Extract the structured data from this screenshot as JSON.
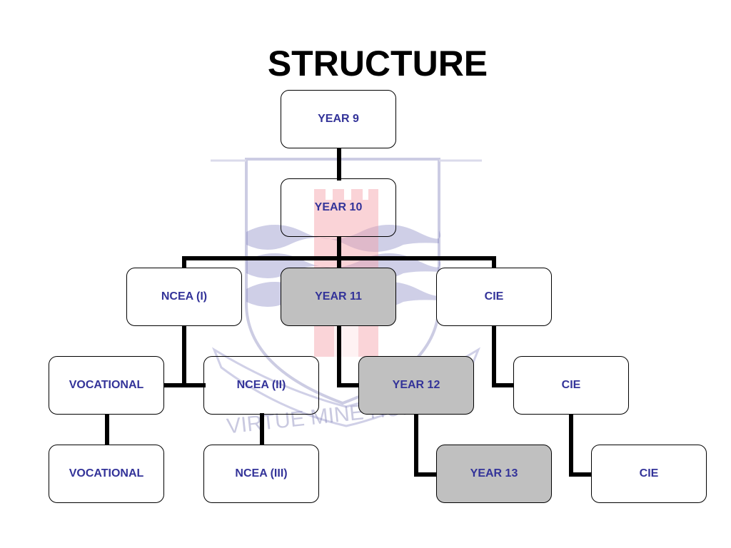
{
  "slide": {
    "title": "STRUCTURE"
  },
  "crest": {
    "motto": "VIRTUE MINE HONOUR"
  },
  "nodes": {
    "year9": "YEAR 9",
    "year10": "YEAR 10",
    "ncea1": "NCEA (I)",
    "year11": "YEAR 11",
    "cie_l3": "CIE",
    "vocational_l4": "VOCATIONAL",
    "ncea2": "NCEA (II)",
    "year12": "YEAR 12",
    "cie_l4": "CIE",
    "vocational_l5": "VOCATIONAL",
    "ncea3": "NCEA (III)",
    "year13": "YEAR 13",
    "cie_l5": "CIE"
  },
  "colors": {
    "node_text": "#333399",
    "highlight_fill": "#c0c0c0",
    "connector": "#000000"
  }
}
